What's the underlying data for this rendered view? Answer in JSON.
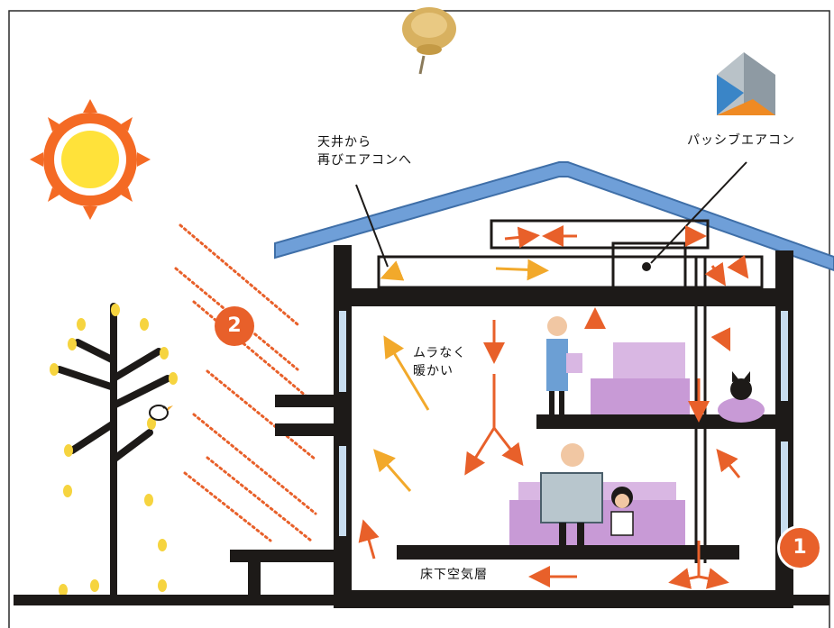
{
  "labels": {
    "ceiling": [
      "天井から",
      "再びエアコンへ"
    ],
    "passive_ac": "パッシブエアコン",
    "even_warm": [
      "ムラなく",
      "暖かい"
    ],
    "underfloor": "床下空気層"
  },
  "badges": {
    "one": "1",
    "two": "2"
  },
  "colors": {
    "airflow": "#e8602a",
    "warm_flow": "#f2a92b",
    "roof": "#6f9fd8",
    "structure": "#1d1a18",
    "badge": "#e8602a",
    "sun": "#f46a24",
    "sun_core": "#ffe23a",
    "furniture": "#d9b7e3",
    "logo_blue": "#3a85c7",
    "logo_orange": "#ef8a23",
    "logo_gray": "#8e9aa3"
  },
  "icons": [
    "sun-icon",
    "tree-icon",
    "bird-icon",
    "pushpin-icon",
    "passive-aircon-logo-icon",
    "cat-icon"
  ]
}
